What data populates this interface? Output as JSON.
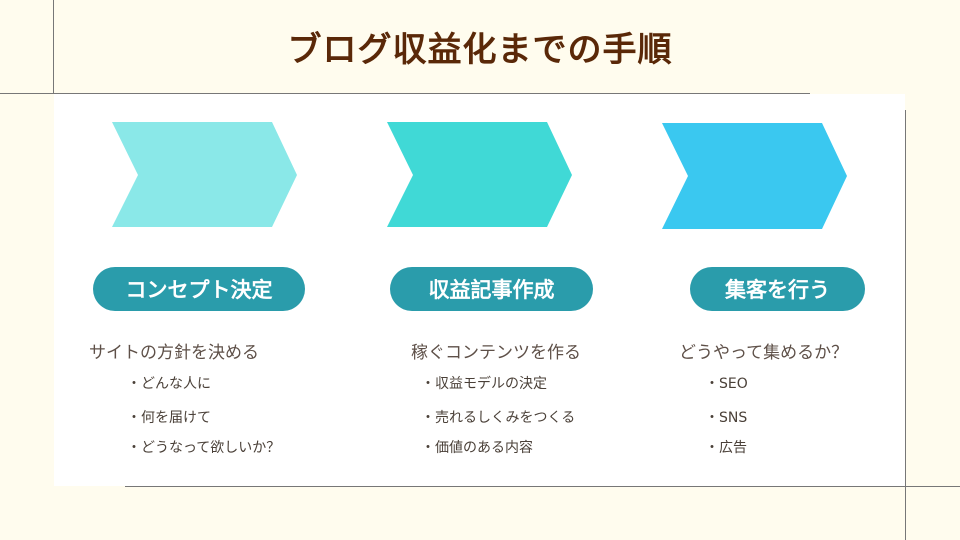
{
  "title": "ブログ収益化までの手順",
  "colors": {
    "step1": "#8ae8e8",
    "step2": "#40d9d6",
    "step3": "#3ac8f0",
    "pill": "#2a9cab"
  },
  "steps": [
    {
      "label": "コンセプト決定",
      "subtitle": "サイトの方針を決める",
      "items": [
        "・どんな人に",
        "・何を届けて",
        "・どうなって欲しいか？"
      ]
    },
    {
      "label": "収益記事作成",
      "subtitle": "稼ぐコンテンツを作る",
      "items": [
        "・収益モデルの決定",
        "・売れるしくみをつくる",
        "・価値のある内容"
      ]
    },
    {
      "label": "集客を行う",
      "subtitle": "どうやって集めるか？",
      "items": [
        "・SEO",
        "・SNS",
        "・広告"
      ]
    }
  ]
}
